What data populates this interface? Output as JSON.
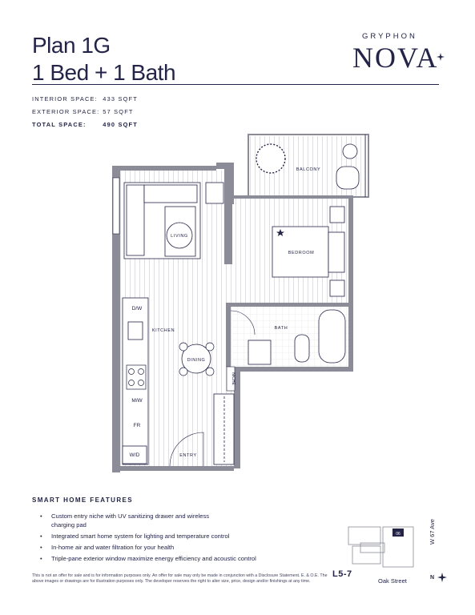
{
  "header": {
    "plan_name": "Plan 1G",
    "bed_bath": "1 Bed + 1 Bath",
    "brand_small": "GRYPHON",
    "brand_big": "NOVA"
  },
  "specs": [
    {
      "label": "INTERIOR SPACE:",
      "value": "433 SQFT"
    },
    {
      "label": "EXTERIOR SPACE:",
      "value": "57 SQFT"
    },
    {
      "label": "TOTAL SPACE:",
      "value": "490 SQFT"
    }
  ],
  "floorplan": {
    "rooms": {
      "balcony": "BALCONY",
      "living": "LIVING",
      "bedroom": "BEDROOM",
      "kitchen": "KITCHEN",
      "bath": "BATH",
      "dining": "DINING",
      "entry": "ENTRY",
      "niche": "NICHE"
    },
    "appliances": {
      "dw": "D/W",
      "mw": "M/W",
      "fr": "FR",
      "wd": "W/D"
    },
    "colors": {
      "wall": "#8b8c97",
      "navy": "#232447"
    }
  },
  "features": {
    "title": "SMART HOME FEATURES",
    "items": [
      "Custom entry niche with UV sanitizing drawer and wireless charging pad",
      "Integrated smart home system for lighting and temperature control",
      "In-home air and water filtration for your health",
      "Triple-pane exterior window maximize energy efficiency and acoustic control"
    ]
  },
  "disclaimer": "This is not an offer for sale and is for information purposes only. An offer for sale may only be made in conjunction with a Disclosure Statement. E. & O.E. The above images or drawings are for illustration purposes only. The developer reserves the right to alter size, price, design and/or finishings at any time.",
  "keyplan": {
    "level": "L5-7",
    "unit": "06",
    "street": "Oak Street",
    "avenue": "W 67 Ave",
    "north": "N"
  }
}
